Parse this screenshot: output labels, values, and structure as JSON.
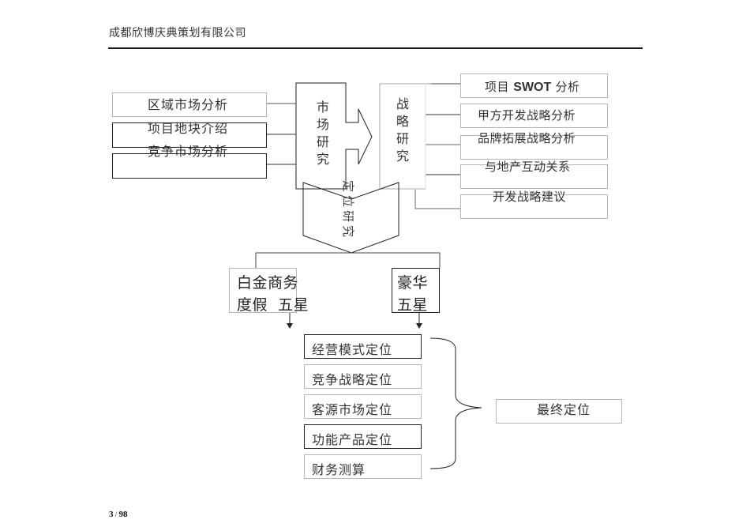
{
  "header": {
    "company_name": "成都欣博庆典策划有限公司"
  },
  "footer": {
    "page_current": "3",
    "page_separator": "/",
    "page_total": "98"
  },
  "diagram": {
    "market_inputs": [
      {
        "label": "区域市场分析"
      },
      {
        "label": "项目地块介绍"
      },
      {
        "label": "竞争市场分析"
      }
    ],
    "market_research": {
      "chars": [
        "市",
        "场",
        "研",
        "究"
      ]
    },
    "strategy_research": {
      "chars": [
        "战",
        "略",
        "研",
        "究"
      ]
    },
    "strategy_outputs": [
      {
        "prefix": "项目 ",
        "highlight": "SWOT",
        "suffix": " 分析"
      },
      {
        "label": "甲方开发战略分析"
      },
      {
        "label": "品牌拓展战略分析"
      },
      {
        "label": "与地产互动关系"
      },
      {
        "label": "开发战略建议"
      }
    ],
    "positioning_research": {
      "label": "定位研究"
    },
    "options": [
      {
        "line1": "白金商务",
        "line2": "度假  五星"
      },
      {
        "line1": "豪华",
        "line2": "五星"
      }
    ],
    "positioning_items": [
      {
        "label": "经营模式定位"
      },
      {
        "label": "竞争战略定位"
      },
      {
        "label": "客源市场定位"
      },
      {
        "label": "功能产品定位"
      },
      {
        "label": "财务测算"
      }
    ],
    "final": {
      "label": "最终定位"
    }
  }
}
